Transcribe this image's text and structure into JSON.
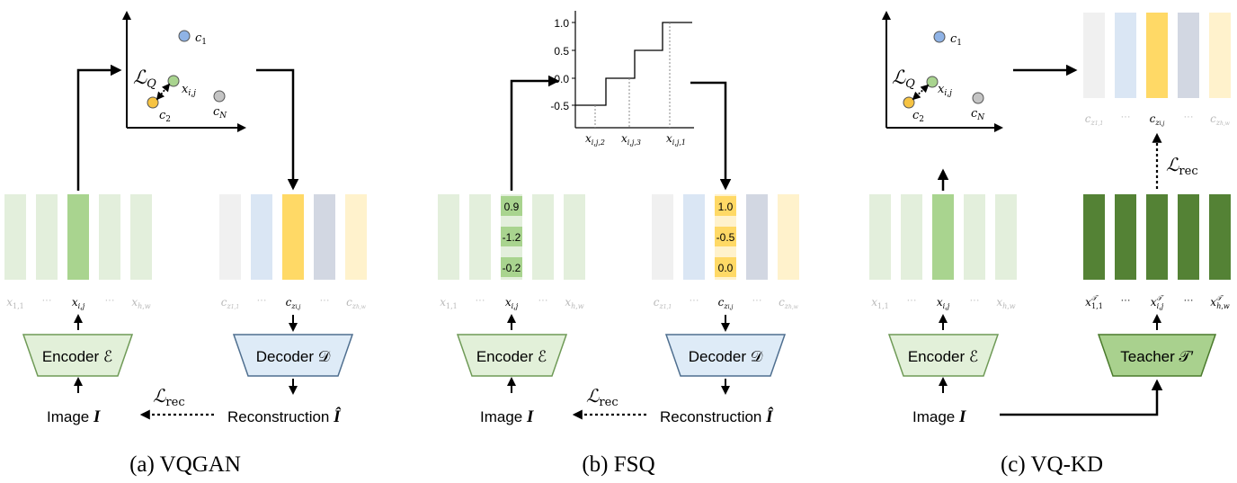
{
  "colors": {
    "green_light": "#e3efdc",
    "green_mid": "#a9d48f",
    "green_dark": "#548235",
    "yellow": "#ffd966",
    "blue_light": "#dae6f4",
    "grey_light": "#f0f0f0",
    "slate": "#d2d7e2",
    "cream": "#fff2cc",
    "c1": "#8fb3e6",
    "c2": "#f6c342",
    "cN": "#c4c4c4",
    "x": "#a9d48f",
    "enc_fill": "#e2f0d9",
    "enc_stroke": "#6f9a57",
    "dec_fill": "#deebf7",
    "dec_stroke": "#4f6f8f",
    "teacher_fill": "#a9d18e",
    "teacher_stroke": "#4a7a2c"
  },
  "panels": {
    "vqgan": {
      "caption": "(a) VQGAN",
      "encoder_label": "Encoder ℰ",
      "decoder_label": "Decoder 𝒟",
      "image_label": "Image",
      "image_symbol": "I",
      "recon_label": "Reconstruction",
      "recon_symbol": "Î",
      "loss_rec": "ℒrec",
      "loss_q": "ℒQ",
      "enc_tokens": [
        "x1,1",
        "···",
        "xi,j",
        "···",
        "xh,w"
      ],
      "dec_tokens": [
        "cz1,1",
        "···",
        "czi,j",
        "···",
        "czh,w"
      ],
      "codes": [
        "c1",
        "c2",
        "cN"
      ],
      "point": "xi,j"
    },
    "fsq": {
      "caption": "(b) FSQ",
      "encoder_label": "Encoder ℰ",
      "decoder_label": "Decoder 𝒟",
      "image_label": "Image",
      "image_symbol": "I",
      "recon_label": "Reconstruction",
      "recon_symbol": "Î",
      "loss_rec": "ℒrec",
      "enc_values": [
        "0.9",
        "-1.2",
        "-0.2"
      ],
      "dec_values": [
        "1.0",
        "-0.5",
        "0.0"
      ],
      "enc_tokens": [
        "x1,1",
        "···",
        "xi,j",
        "···",
        "xh,w"
      ],
      "dec_tokens": [
        "cz1,1",
        "···",
        "czi,j",
        "···",
        "czh,w"
      ],
      "yticks": [
        "1.0",
        "0.5",
        "0.0",
        "-0.5"
      ],
      "xticks": [
        "xi,j,2",
        "xi,j,3",
        "xi,j,1"
      ]
    },
    "vqkd": {
      "caption": "(c) VQ-KD",
      "encoder_label": "Encoder ℰ",
      "teacher_label": "Teacher 𝒯′",
      "image_label": "Image",
      "image_symbol": "I",
      "loss_rec": "ℒrec",
      "loss_q": "ℒQ",
      "enc_tokens": [
        "x1,1",
        "···",
        "xi,j",
        "···",
        "xh,w"
      ],
      "teacher_tokens": [
        "x𝒯1,1",
        "···",
        "x𝒯i,j",
        "···",
        "x𝒯h,w"
      ],
      "code_tokens": [
        "cz1,1",
        "···",
        "czi,j",
        "···",
        "czh,w"
      ],
      "codes": [
        "c1",
        "c2",
        "cN"
      ],
      "point": "xi,j"
    }
  }
}
